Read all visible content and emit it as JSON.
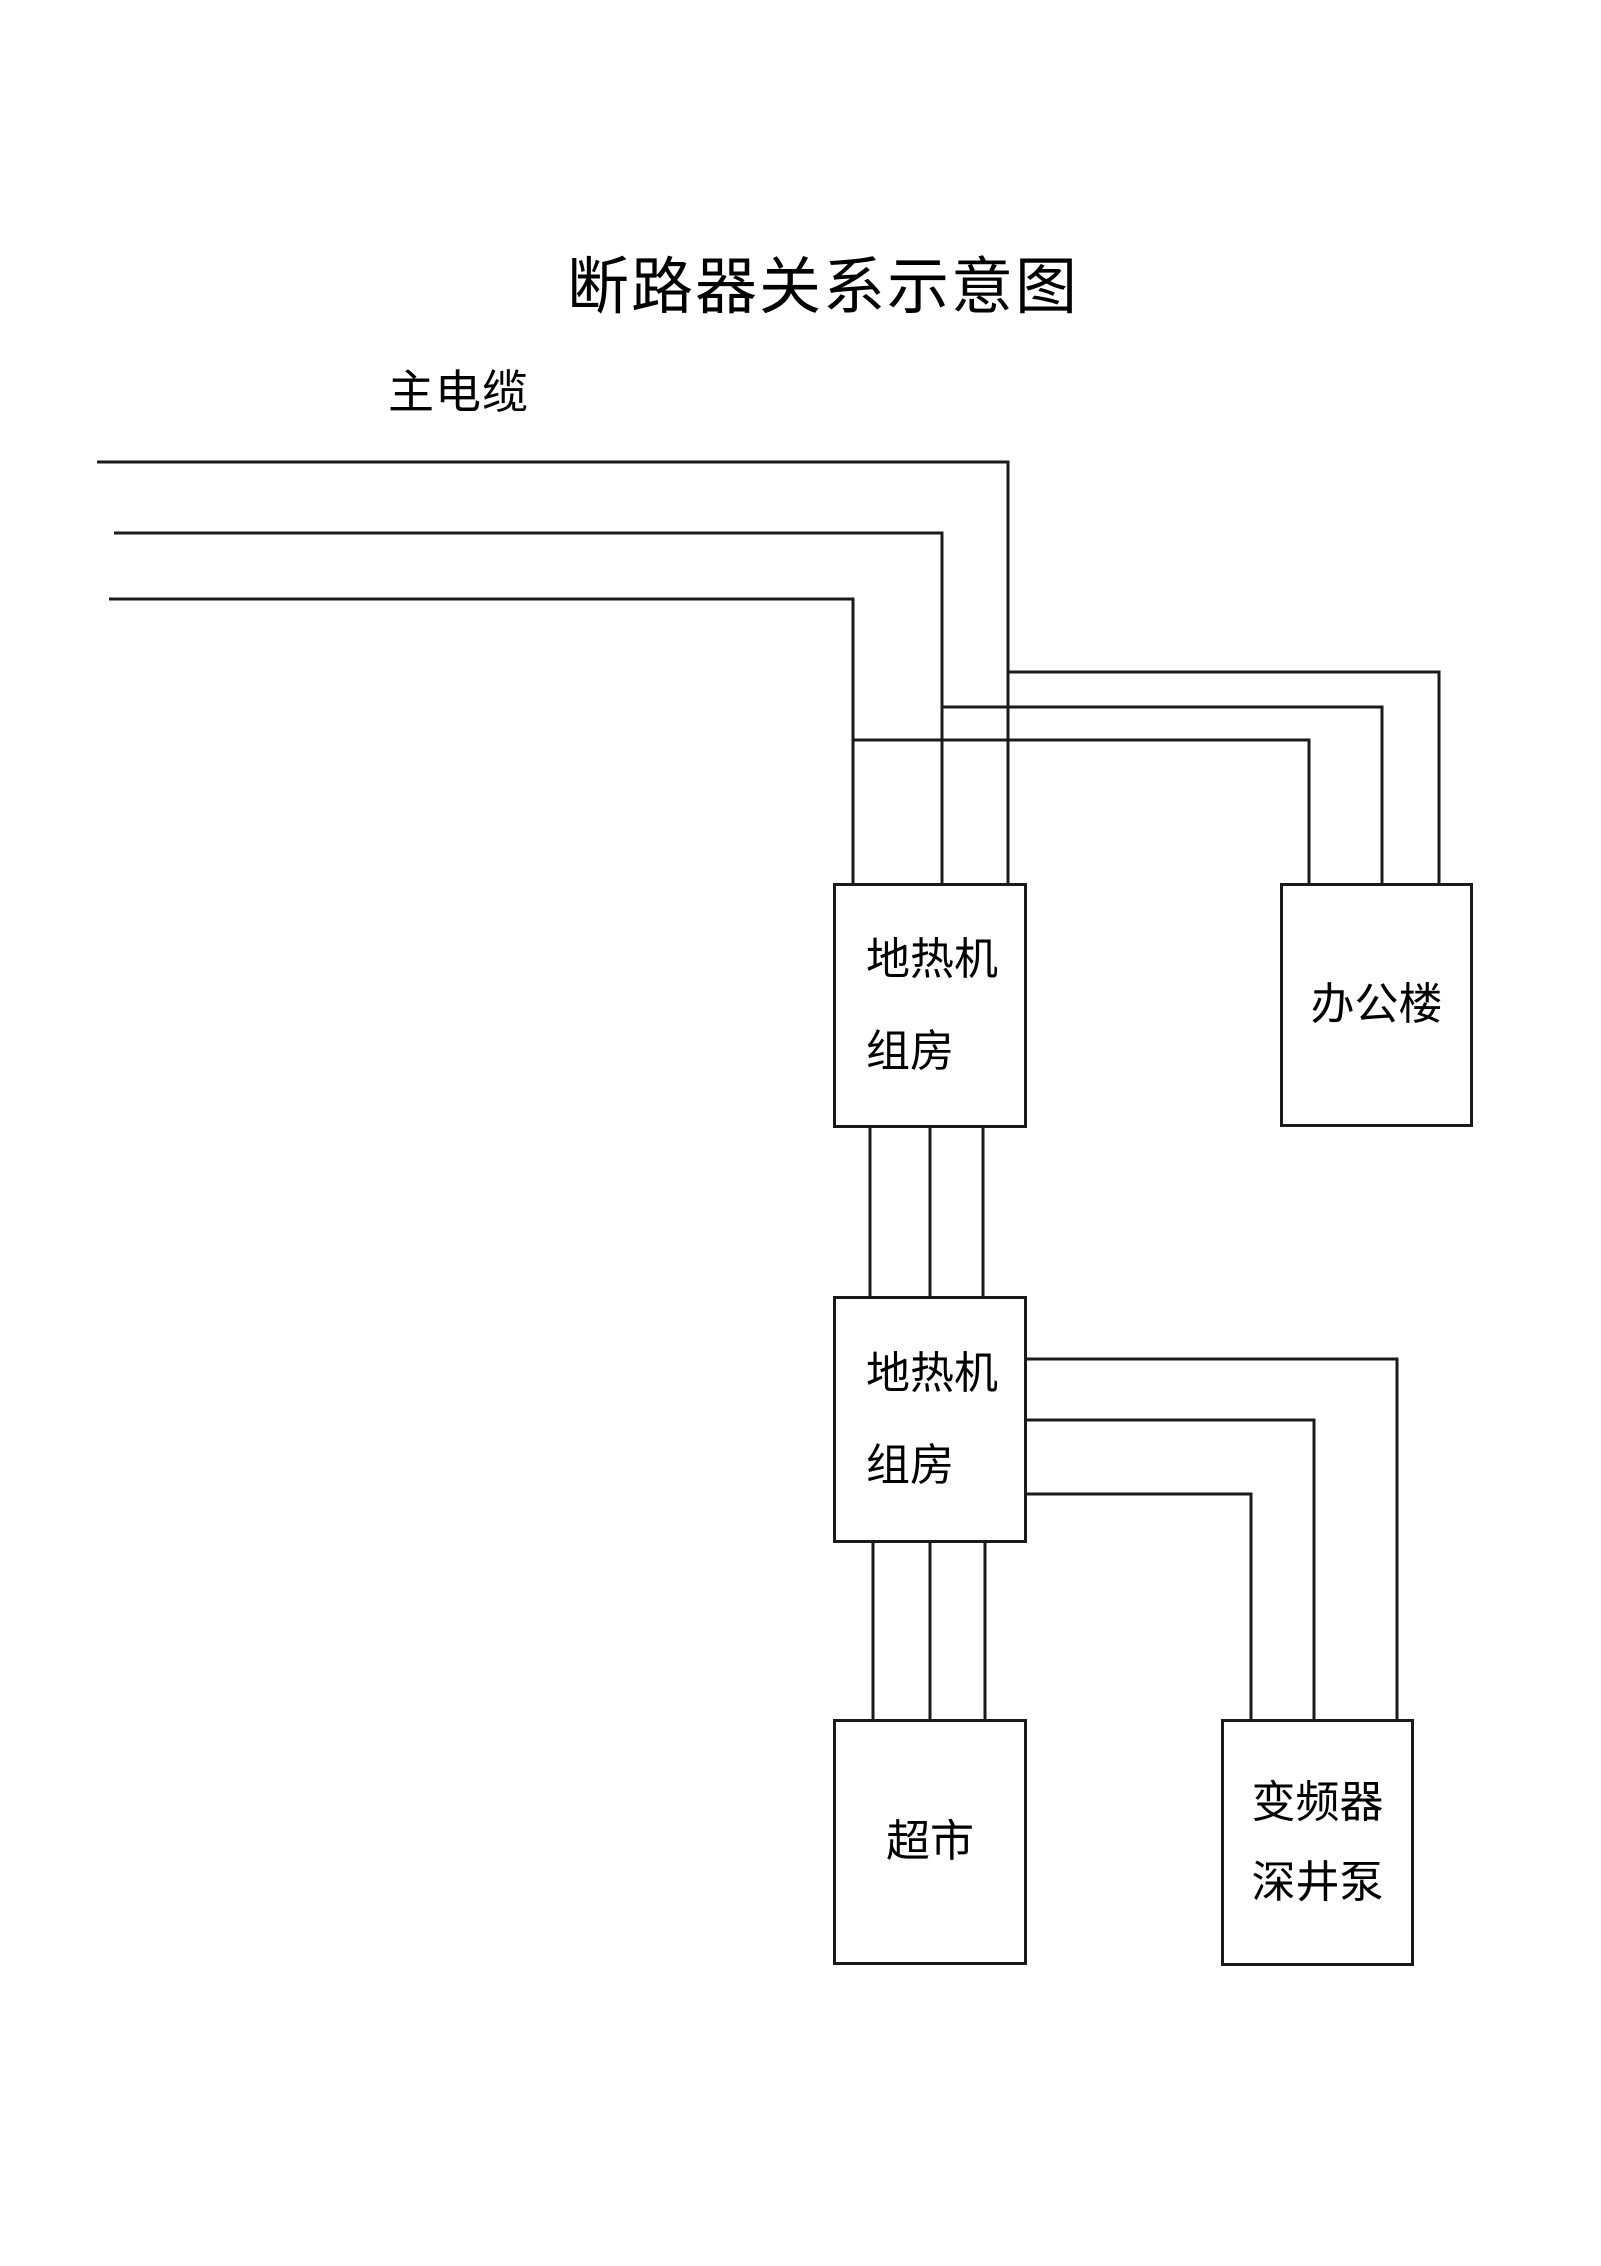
{
  "title": "断路器关系示意图",
  "labels": {
    "main_cable": "主电缆"
  },
  "nodes": [
    {
      "id": "geothermal-unit-room-1",
      "lines": [
        "地热机",
        "组房"
      ]
    },
    {
      "id": "office-building",
      "lines": [
        "办公楼"
      ]
    },
    {
      "id": "geothermal-unit-room-2",
      "lines": [
        "地热机",
        "组房"
      ]
    },
    {
      "id": "supermarket",
      "lines": [
        "超市"
      ]
    },
    {
      "id": "inverter-deep-well-pump",
      "lines": [
        "变频器",
        "深井泵"
      ]
    }
  ],
  "colors": {
    "background": "#ffffff",
    "line": "#1b1b1b",
    "text": "#000000"
  }
}
